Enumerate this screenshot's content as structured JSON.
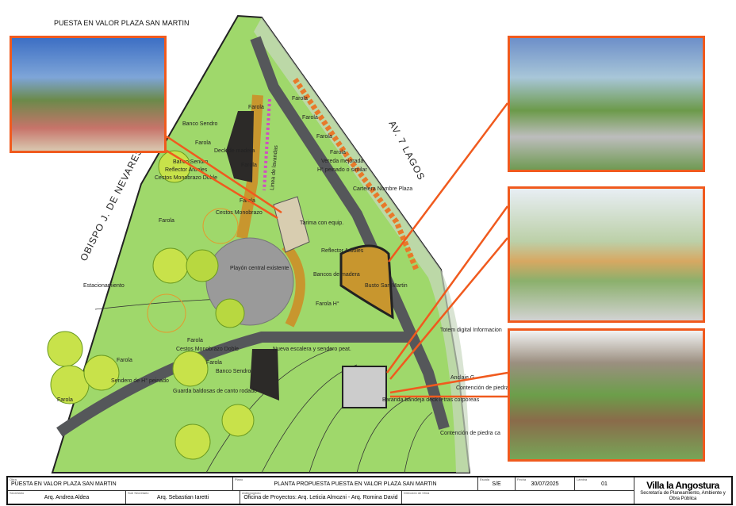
{
  "header": {
    "title": "PUESTA EN VALOR PLAZA SAN MARTIN"
  },
  "streets": {
    "left": "OBISPO J. DE NEVARES",
    "right": "AV. 7 LAGOS"
  },
  "labels": {
    "farola": "Farola",
    "farola_h": "Farola H°",
    "banco_sendro": "Banco Sendro",
    "banco_senda": "Banco Sendro",
    "reflector": "Reflector Arboles",
    "cestos_doble": "Cestos Monobrazo Doble",
    "cestos": "Cestos Monobrazo",
    "deck": "Deck de madera",
    "lavandas": "Linea de lavandas",
    "vereda": "Vereda mejorada",
    "vereda2": "H° peinado o similar",
    "cartelera": "Cartelera Nombre Plaza",
    "tarima": "Tarima con equip.",
    "playon": "Playón central existente",
    "estacionamiento": "Estacionamiento",
    "reflector_arbol": "Reflector Arboles",
    "bancos_madera": "Bancos de madera",
    "busto": "Busto San Martin",
    "totem": "Totem digital Informacion",
    "guarda": "Guarda baldosas de canto rodado",
    "sendero": "Sendero de H° peinado",
    "escalera": "Nueva escalera y sendero peat.",
    "bandeja": "Baranda bandeja deck letras corpóreas",
    "contencion": "Contención de piedra ca",
    "contencion2": "Contención de piedra",
    "anclaje": "Anclaje G"
  },
  "title_block": {
    "obra": "PUESTA EN VALOR PLAZA SAN MARTIN",
    "plano": "PLANTA PROPUESTA PUESTA EN VALOR PLAZA SAN MARTIN",
    "escala": "S/E",
    "fecha": "30/07/2025",
    "lamina": "01",
    "secretario": "Arq. Andrea Aldea",
    "subsecretario": "Arq. Sebastian Iaretti",
    "anteproyecto": "Oficina de Proyectos: Arq. Leticia Almozni - Arq. Romina David",
    "direccion": "",
    "captions": {
      "obra": "Obra",
      "plano": "Plano",
      "escala": "Escala",
      "fecha": "Fecha",
      "lamina": "Lámina",
      "secretario": "Secretario",
      "subsecretario": "Sub Secretario",
      "anteproyecto": "Anteproyecto",
      "direccion": "Dirección de Obra"
    },
    "logo_name": "Villa la Angostura",
    "logo_sub": "Secretaría de Planeamiento, Ambiente y Obra Pública"
  },
  "colors": {
    "accent": "#f05a1e",
    "grass": "#9fd86b",
    "path": "#55575a",
    "deck": "#c8962e"
  }
}
